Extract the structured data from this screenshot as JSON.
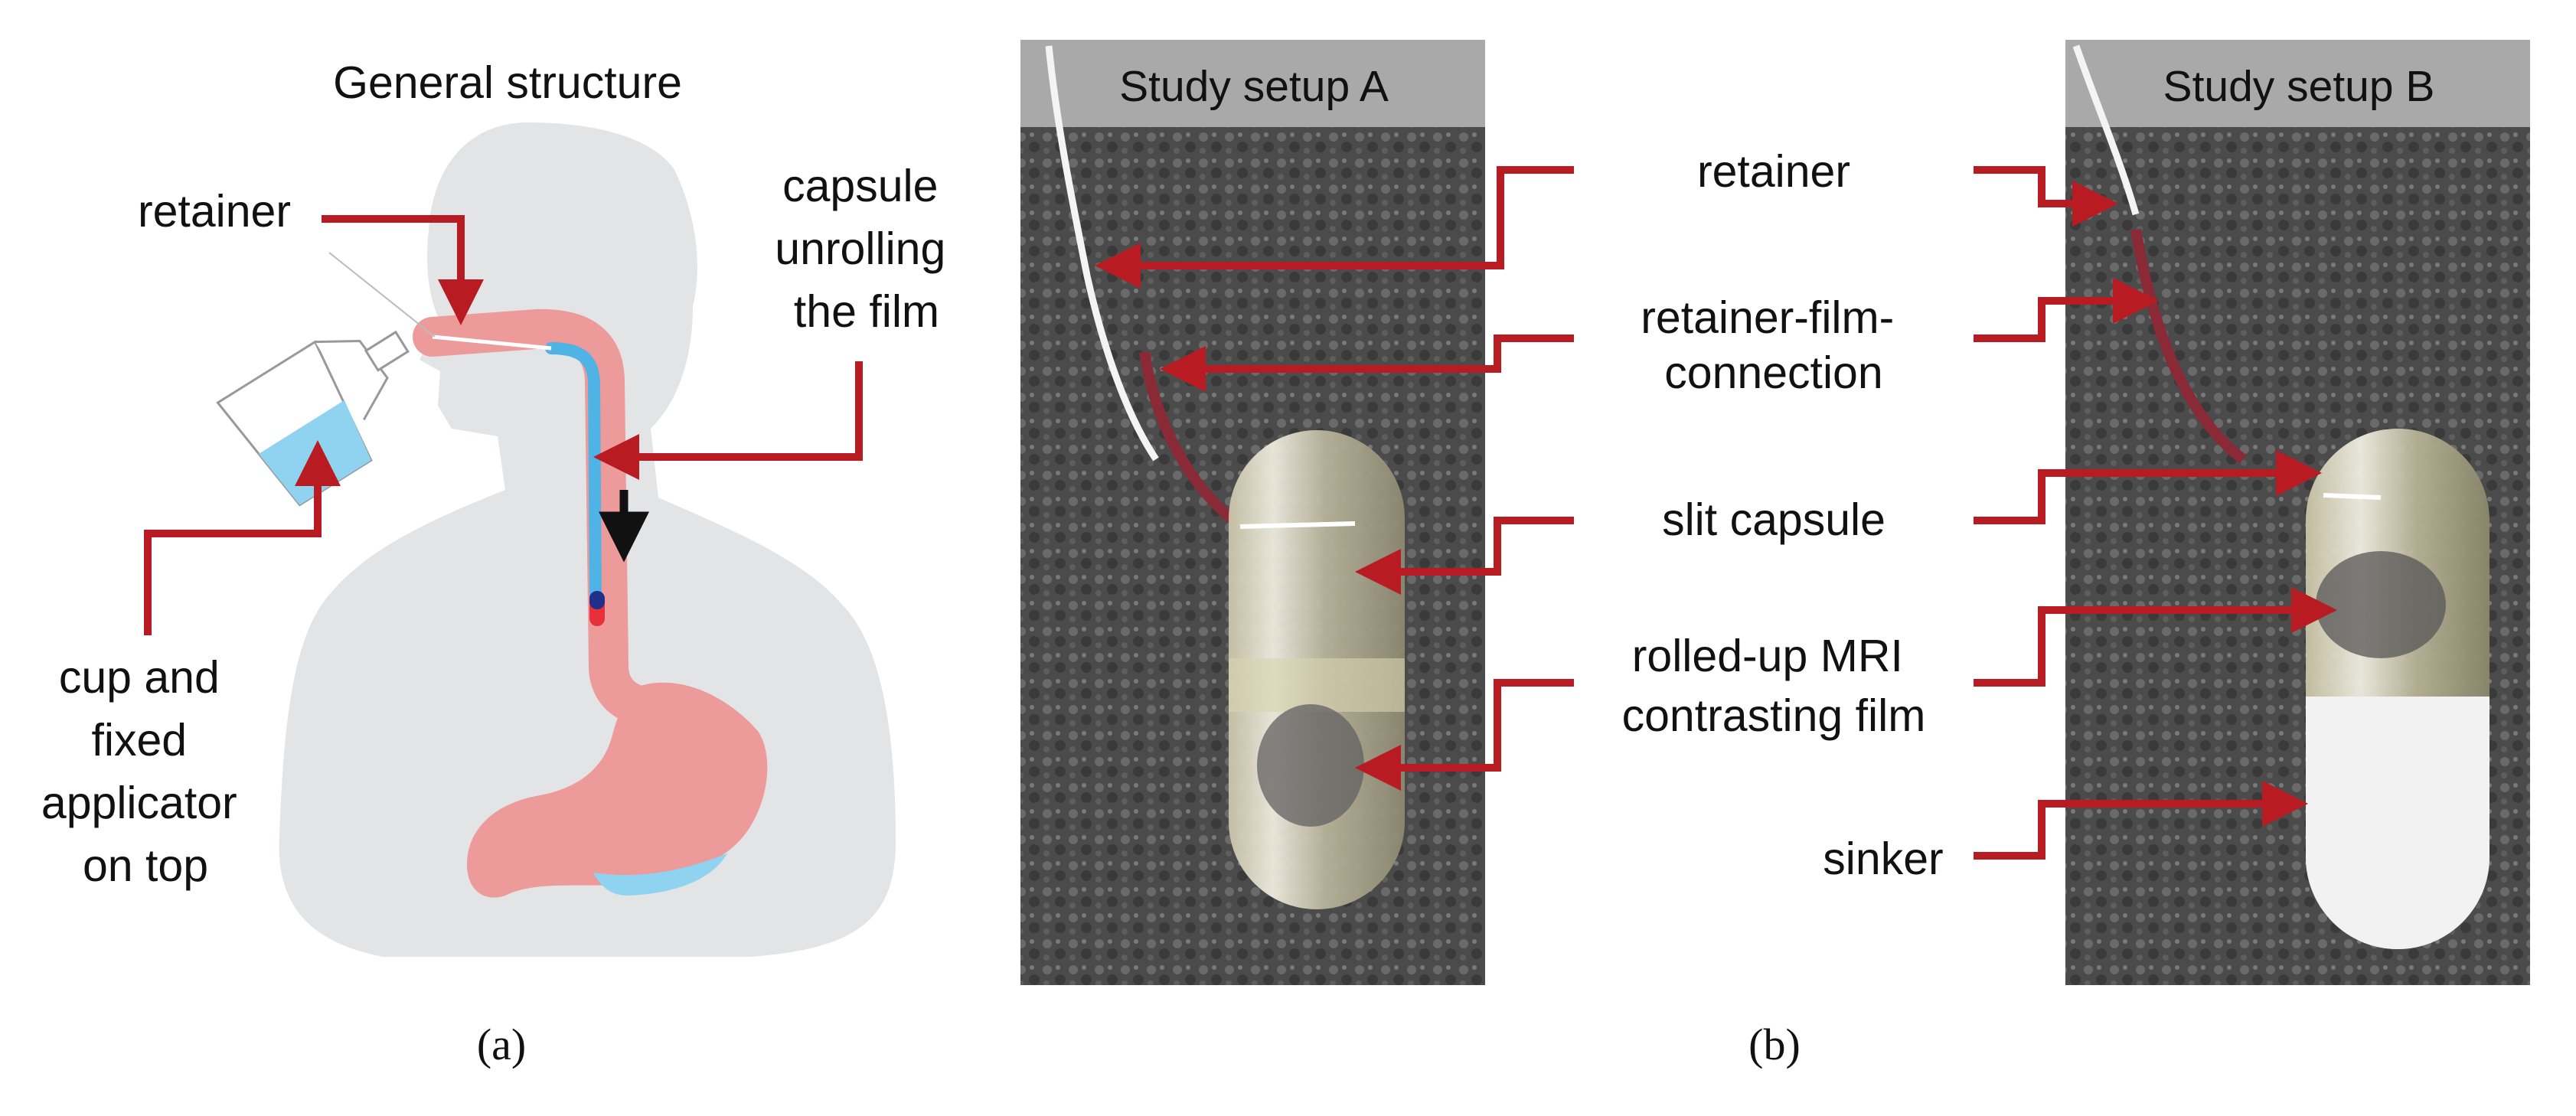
{
  "panel_a": {
    "title": "General structure",
    "labels": {
      "retainer": "retainer",
      "capsule": [
        "capsule",
        "unrolling",
        "the film"
      ],
      "cup": [
        "cup and",
        "fixed",
        "applicator",
        "on top"
      ]
    },
    "caption": "(a)"
  },
  "panel_b": {
    "photo_a_title": "Study setup A",
    "photo_b_title": "Study setup B",
    "labels": {
      "retainer": "retainer",
      "connection": [
        "retainer-film-",
        "connection"
      ],
      "slit": "slit capsule",
      "film": [
        "rolled-up MRI",
        "contrasting film"
      ],
      "sinker": "sinker"
    },
    "caption": "(b)"
  },
  "colors": {
    "arrow": "#b81c22",
    "body": "#e3e4e6",
    "tract": "#ed9a9a",
    "water": "#8fd3f0",
    "photo_bg": "#4a4a4a",
    "photo_header": "#a9a9a9"
  }
}
